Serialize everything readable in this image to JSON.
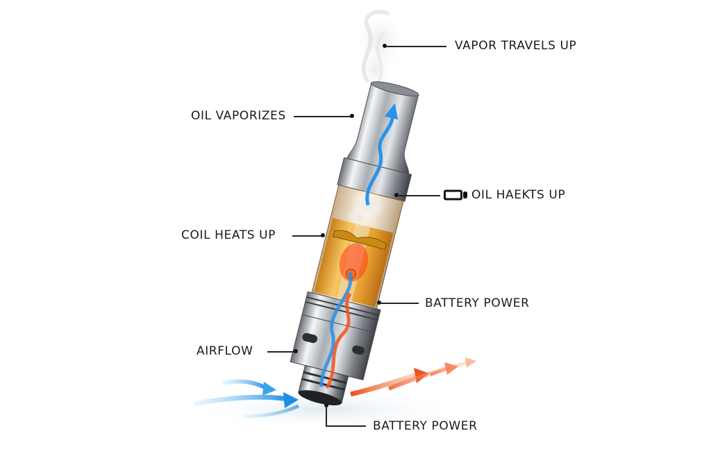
{
  "diagram": {
    "subject": "vape cartridge cross-section",
    "labels": [
      {
        "id": "vapor",
        "text": "VAPOR TRAVELS UP"
      },
      {
        "id": "oil-vaporizes",
        "text": "OIL VAPORIZES"
      },
      {
        "id": "oil-heats",
        "text": "OIL HAEKTS UP"
      },
      {
        "id": "coil",
        "text": "COIL HEATS UP"
      },
      {
        "id": "battery-upper",
        "text": "BATTERY POWER"
      },
      {
        "id": "airflow",
        "text": "AIRFLOW"
      },
      {
        "id": "battery-lower",
        "text": "BATTERY POWER"
      }
    ],
    "icons": {
      "oil_heats_prefix": "battery-icon"
    },
    "colors": {
      "text": "#1a1a1a",
      "leader": "#222222",
      "oil": "#e39a1e",
      "oil_light": "#f3c25a",
      "metal_dark": "#5a5e63",
      "metal_light": "#e9ecef",
      "cold_air": "#2f9be0",
      "hot_air": "#f05a28",
      "vapor": "#d7d9dc"
    }
  }
}
